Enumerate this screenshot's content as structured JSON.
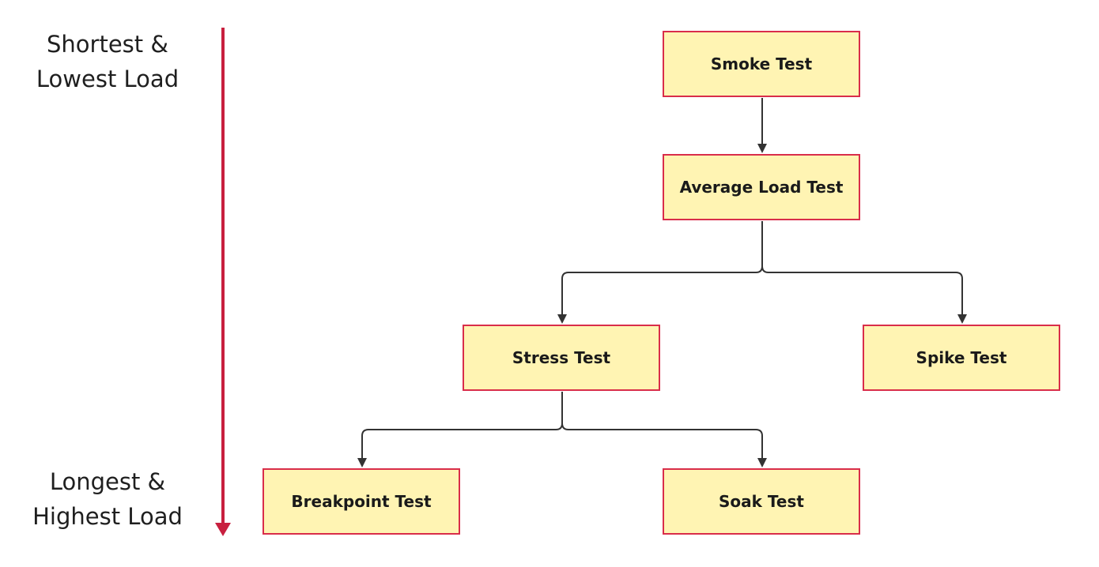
{
  "axis": {
    "top_label": [
      "Shortest &",
      "Lowest Load"
    ],
    "bottom_label": [
      "Longest &",
      "Highest Load"
    ],
    "arrow_color": "#c8203f"
  },
  "nodes": {
    "smoke": "Smoke Test",
    "average": "Average Load Test",
    "stress": "Stress Test",
    "spike": "Spike Test",
    "breakpoint": "Breakpoint Test",
    "soak": "Soak Test"
  },
  "edges": [
    {
      "from": "smoke",
      "to": "average"
    },
    {
      "from": "average",
      "to": "stress"
    },
    {
      "from": "average",
      "to": "spike"
    },
    {
      "from": "stress",
      "to": "breakpoint"
    },
    {
      "from": "stress",
      "to": "soak"
    }
  ],
  "colors": {
    "node_fill": "#fff4b3",
    "node_border": "#d92d4a",
    "connector": "#333333"
  }
}
